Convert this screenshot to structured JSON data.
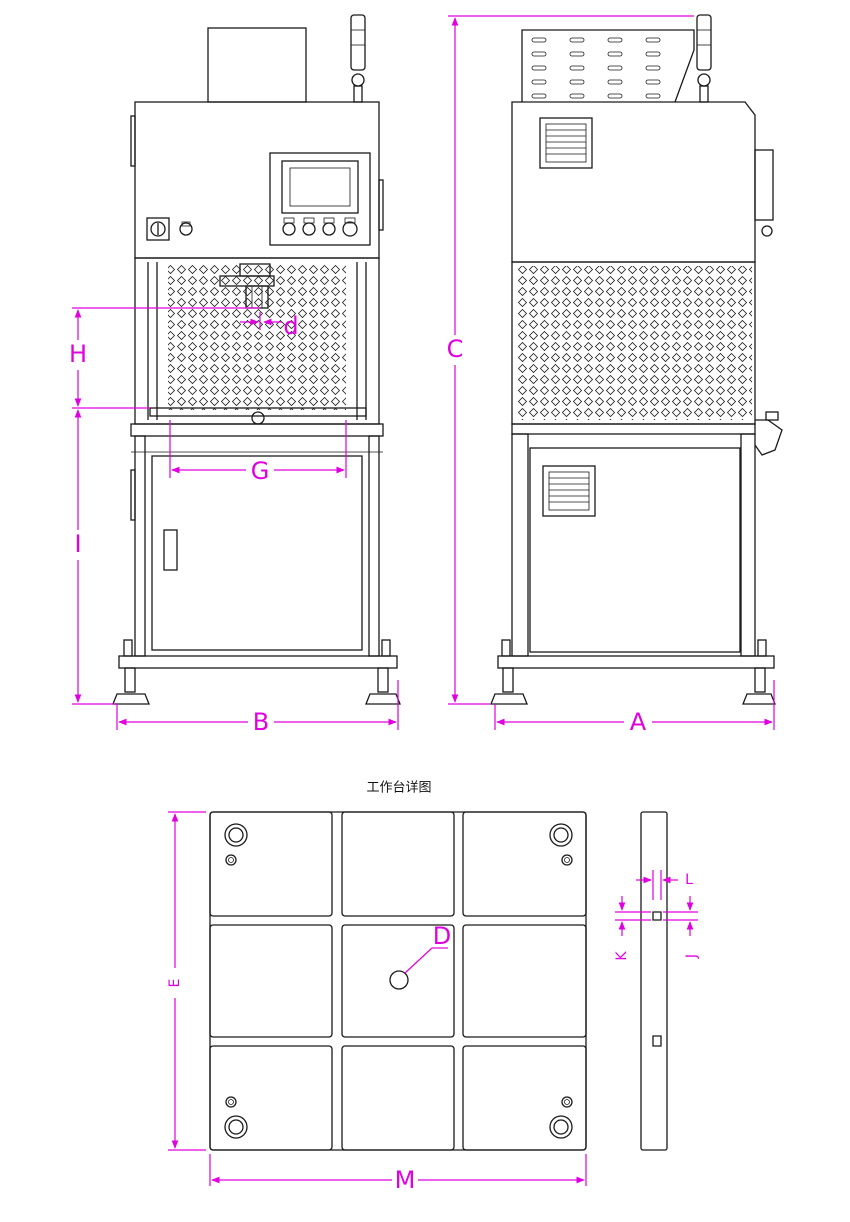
{
  "caption": "工作台详图",
  "dimensions": {
    "A": "A",
    "B": "B",
    "C": "C",
    "d": "d",
    "D": "D",
    "E": "E",
    "G": "G",
    "H": "H",
    "I": "I",
    "J": "J",
    "K": "K",
    "L": "L",
    "M": "M"
  },
  "colors": {
    "line": "#1a1a1a",
    "dimension": "#e000e0",
    "background": "#ffffff"
  }
}
